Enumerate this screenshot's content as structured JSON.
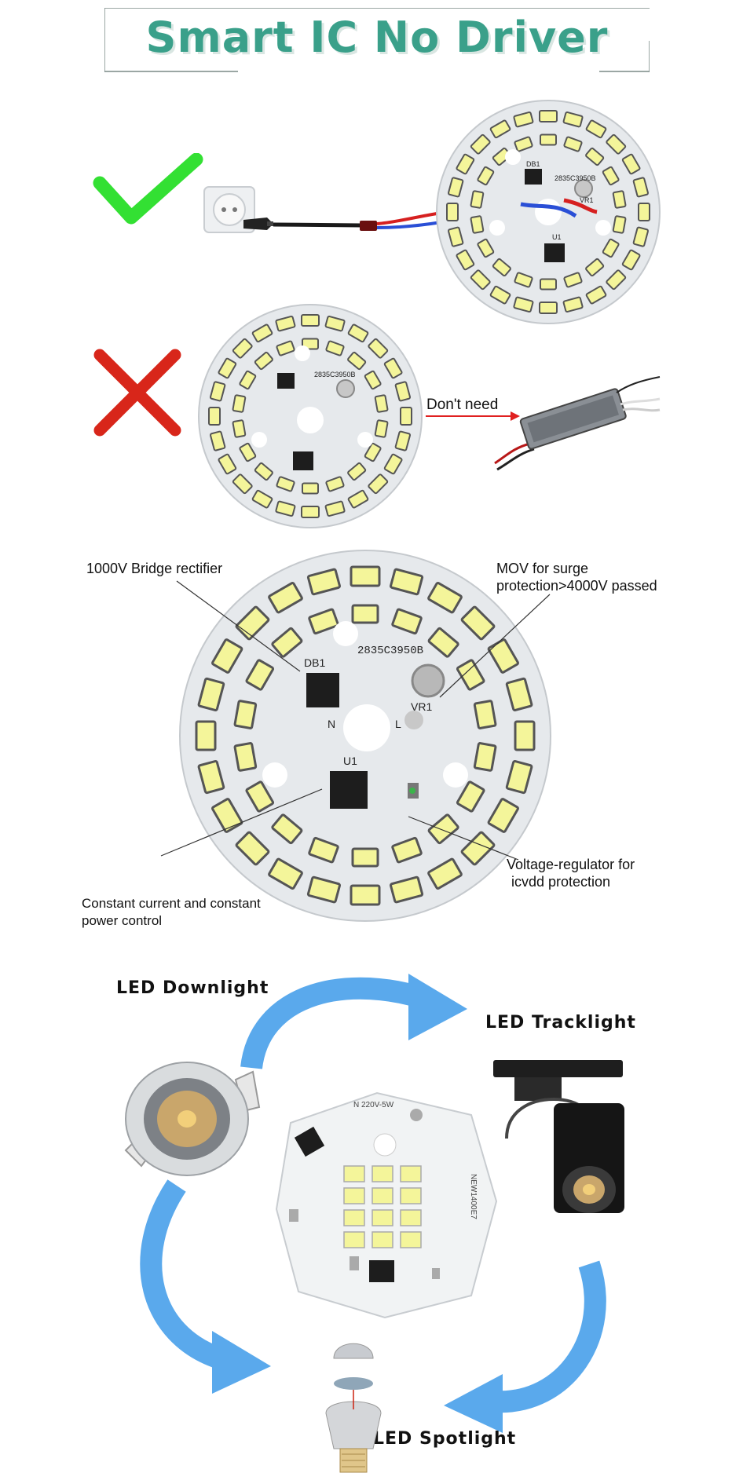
{
  "title": "Smart IC  No Driver",
  "section_compare": {
    "dont_need_label": "Don't need"
  },
  "pcb_prints": {
    "part_code": "2835C3950B",
    "db1": "DB1",
    "vr1": "VR1",
    "u1": "U1",
    "n": "N",
    "l": "L"
  },
  "callouts": {
    "bridge": "1000V Bridge rectifier",
    "mov_line1": "MOV for surge",
    "mov_line2": "protection>4000V passed",
    "regulator_line1": "Voltage-regulator for",
    "regulator_line2": "icvdd protection",
    "constant_line1": "Constant current and constant",
    "constant_line2": "power control"
  },
  "applications": {
    "downlight": "LED Downlight",
    "tracklight": "LED Tracklight",
    "spotlight": "LED Spotlight",
    "board_label_top": "N  220V-5W",
    "board_label_side": "NEW1400E7"
  },
  "colors": {
    "title": "#3aa08a",
    "check": "#33e033",
    "cross": "#d8261a",
    "arrow": "#5aa9ec",
    "led": "#f4f59a",
    "pcb": "#e6e9ec"
  }
}
